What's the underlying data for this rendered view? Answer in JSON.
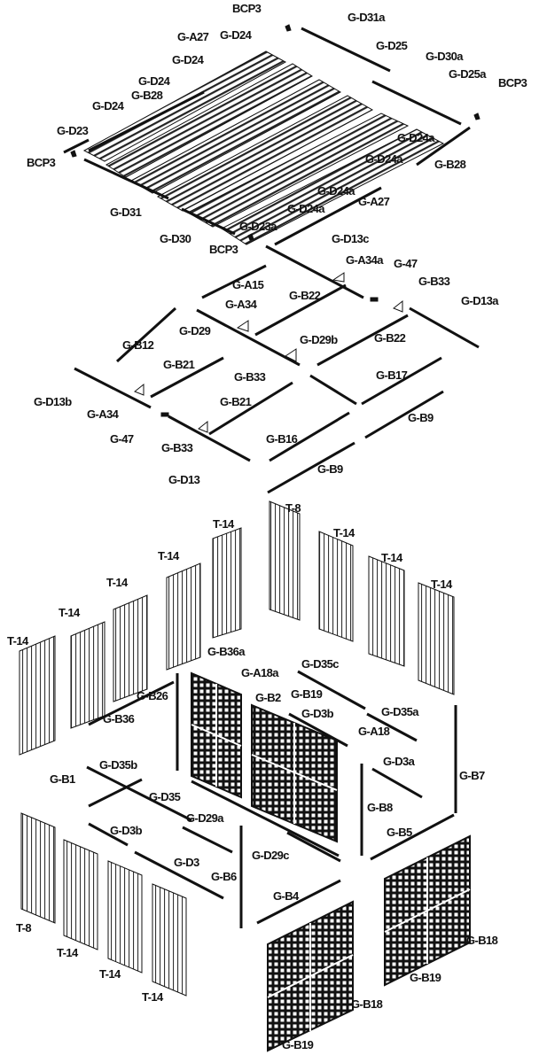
{
  "diagram": {
    "labels": {
      "bcp3_top": "BCP3",
      "gd31a": "G-D31a",
      "ga27_top": "G-A27",
      "gd24_1": "G-D24",
      "gd25": "G-D25",
      "gd24_2": "G-D24",
      "gd30a": "G-D30a",
      "gd24_3": "G-D24",
      "gd25a": "G-D25a",
      "gb28_top": "G-B28",
      "bcp3_right": "BCP3",
      "gd24_4": "G-D24",
      "gd23": "G-D23",
      "gd24a_1": "G-D24a",
      "gd24a_2": "G-D24a",
      "bcp3_left": "BCP3",
      "gb28_right": "G-B28",
      "gd24a_3": "G-D24a",
      "ga27_mid": "G-A27",
      "gd31": "G-D31",
      "gd24a_4": "G-D24a",
      "gd30": "G-D30",
      "gd23a": "G-D23a",
      "bcp3_bottom": "BCP3",
      "gd13c": "G-D13c",
      "ga34a": "G-A34a",
      "g47_top": "G-47",
      "ga15": "G-A15",
      "gb33_top": "G-B33",
      "gb22_top": "G-B22",
      "gd13a": "G-D13a",
      "ga34_mid": "G-A34",
      "gd29": "G-D29",
      "gd29b": "G-D29b",
      "gb22_right": "G-B22",
      "gb12": "G-B12",
      "gb21_top": "G-B21",
      "gb33_mid": "G-B33",
      "gb17": "G-B17",
      "gd13b": "G-D13b",
      "ga34_low": "G-A34",
      "gb21_low": "G-B21",
      "gb9_top": "G-B9",
      "g47_low": "G-47",
      "gb16": "G-B16",
      "gb33_low": "G-B33",
      "gb9_low": "G-B9",
      "gd13": "G-D13",
      "t8_top": "T-8",
      "t14_1": "T-14",
      "t14_2": "T-14",
      "t14_3": "T-14",
      "t14_4": "T-14",
      "t14_5": "T-14",
      "t14_6": "T-14",
      "t14_7": "T-14",
      "t14_8": "T-14",
      "gb36a": "G-B36a",
      "ga18a": "G-A18a",
      "gd35c": "G-D35c",
      "gb26": "G-B26",
      "gb2": "G-B2",
      "gb19_top": "G-B19",
      "gd3b_top": "G-D3b",
      "gd35a": "G-D35a",
      "gb36": "G-B36",
      "ga18": "G-A18",
      "gd35b": "G-D35b",
      "gd3a": "G-D3a",
      "gb1": "G-B1",
      "gb7": "G-B7",
      "gd35": "G-D35",
      "gb8": "G-B8",
      "gd29a": "G-D29a",
      "gd3b_low": "G-D3b",
      "gb5": "G-B5",
      "gd3": "G-D3",
      "gd29c": "G-D29c",
      "gb6": "G-B6",
      "gb4": "G-B4",
      "t8_low": "T-8",
      "t14_9": "T-14",
      "t14_10": "T-14",
      "t14_11": "T-14",
      "gb18_right": "G-B18",
      "gb19_right": "G-B19",
      "gb18_low": "G-B18",
      "gb19_low": "G-B19"
    }
  }
}
